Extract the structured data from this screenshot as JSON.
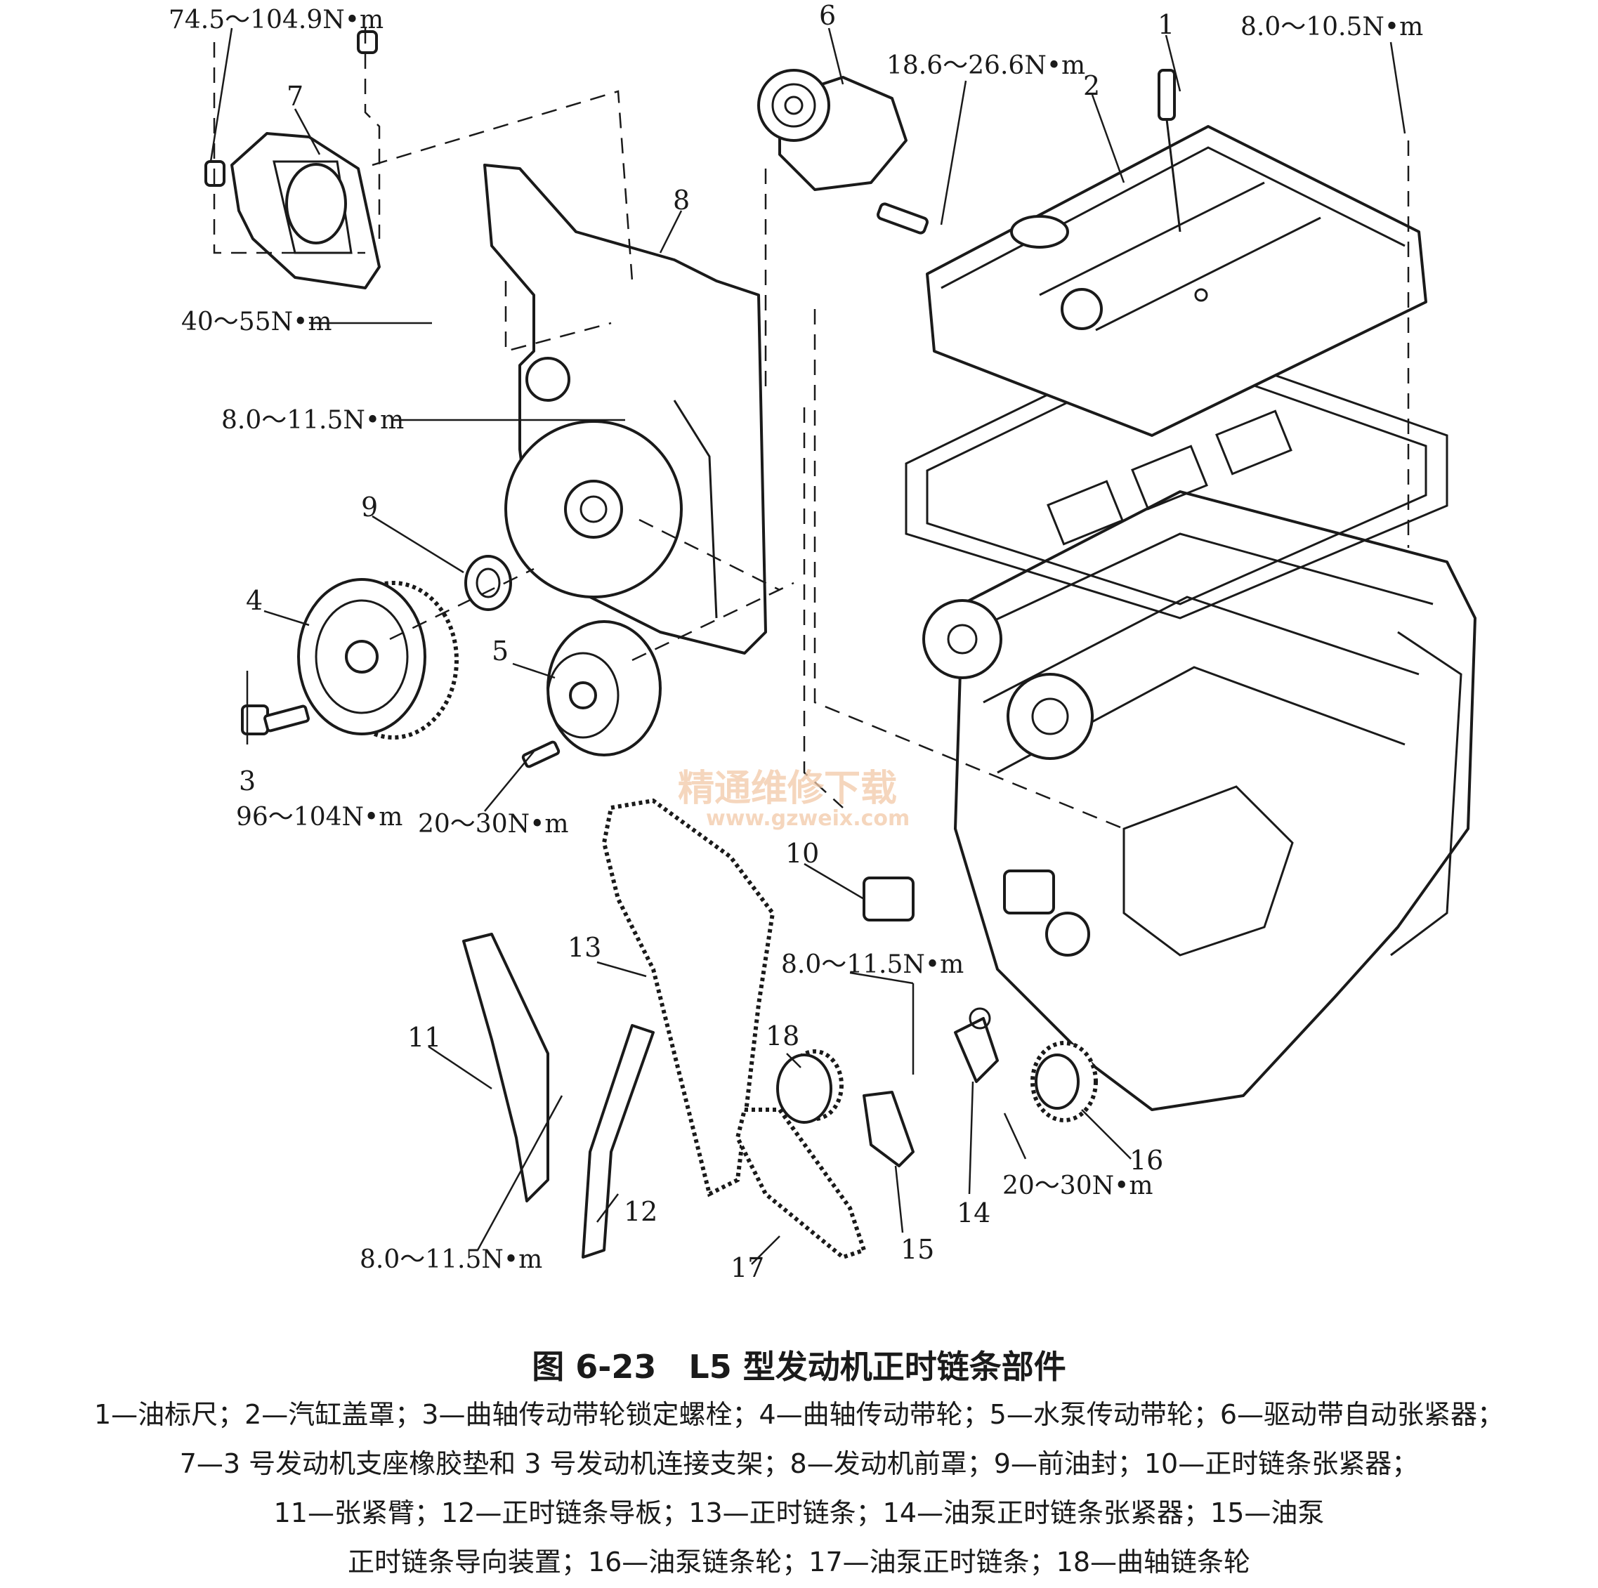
{
  "caption": "图 6-23　L5 型发动机正时链条部件",
  "legend": [
    "1—油标尺；2—汽缸盖罩；3—曲轴传动带轮锁定螺栓；4—曲轴传动带轮；5—水泵传动带轮；6—驱动带自动张紧器；",
    "7—3 号发动机支座橡胶垫和 3 号发动机连接支架；8—发动机前罩；9—前油封；10—正时链条张紧器；",
    "11—张紧臂；12—正时链条导板；13—正时链条；14—油泵正时链条张紧器；15—油泵",
    "正时链条导向装置；16—油泵链条轮；17—油泵正时链条；18—曲轴链条轮"
  ],
  "callouts": [
    "1",
    "2",
    "3",
    "4",
    "5",
    "6",
    "7",
    "8",
    "9",
    "10",
    "11",
    "12",
    "13",
    "14",
    "15",
    "16",
    "17",
    "18"
  ],
  "torques": {
    "t_mount_top": "74.5～104.9N•m",
    "t_tensioner_bolt": "18.6～26.6N•m",
    "t_cover_bolt": "8.0～10.5N•m",
    "t_front_cover_a": "40～55N•m",
    "t_front_cover_b": "8.0～11.5N•m",
    "t_crank_bolt": "96～104N•m",
    "t_water_pump": "20～30N•m",
    "t_chain_tensioner": "8.0～11.5N•m",
    "t_oil_pump": "20～30N•m",
    "t_guide": "8.0～11.5N•m"
  },
  "watermark": {
    "cn": "精通维修下载",
    "url": "www.gzweix.com"
  }
}
